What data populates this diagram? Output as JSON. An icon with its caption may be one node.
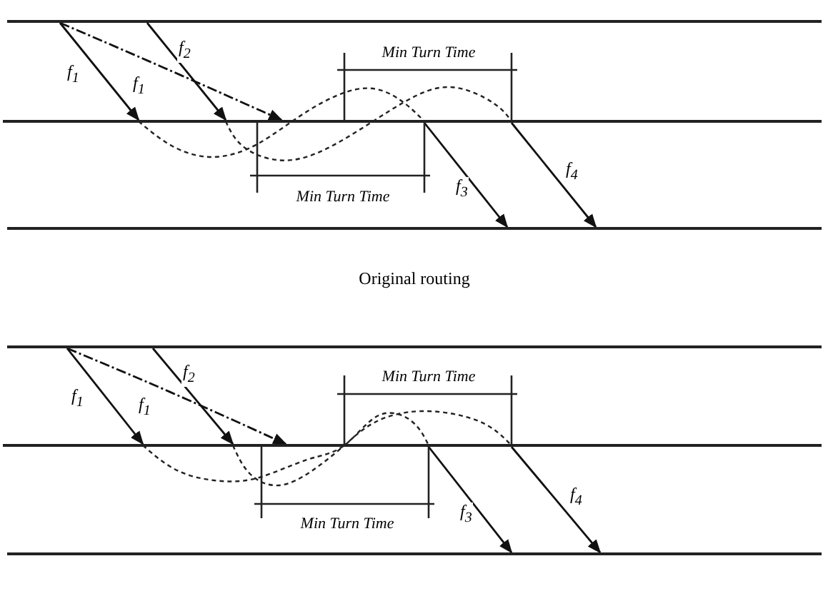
{
  "diagram": {
    "nodes": [
      {
        "text": [],
        "shape": "line"
      },
      {
        "text": [],
        "shape": "line"
      },
      {
        "text": [],
        "shape": "line"
      },
      {
        "text": [],
        "shape": "line"
      },
      {
        "text": [],
        "shape": "line"
      },
      {
        "text": [],
        "shape": "line"
      }
    ],
    "edges": [
      {
        "from": 0,
        "to": 1,
        "arrow": "to",
        "label": "f$_{1}$"
      },
      {
        "from": 0,
        "to": 1,
        "arrow": "to",
        "label": "f$_{2}$"
      },
      {
        "from": 0,
        "to": 1,
        "arrow": "to",
        "label": "f$_{1}$",
        "style": "dashed"
      },
      {
        "from": 1,
        "to": 2,
        "arrow": "to",
        "label": "f$_{3}$"
      },
      {
        "from": 1,
        "to": 2,
        "arrow": "to",
        "label": "f$_{4}$"
      },
      {
        "from": 3,
        "to": 4,
        "arrow": "to",
        "label": "f$_{1}$"
      },
      {
        "from": 3,
        "to": 4,
        "arrow": "to",
        "label": "f$_{2}$"
      },
      {
        "from": 3,
        "to": 4,
        "arrow": "to",
        "label": "f$_{1}$",
        "style": "dashed"
      },
      {
        "from": 4,
        "to": 5,
        "arrow": "to",
        "label": "f$_{3}$"
      },
      {
        "from": 4,
        "to": 5,
        "arrow": "to",
        "label": "f$_{4}$"
      }
    ],
    "labels": [
      "Min Turn Time",
      "Min Turn Time",
      "Original routing",
      "Min Turn Time",
      "Min Turn Time"
    ]
  }
}
